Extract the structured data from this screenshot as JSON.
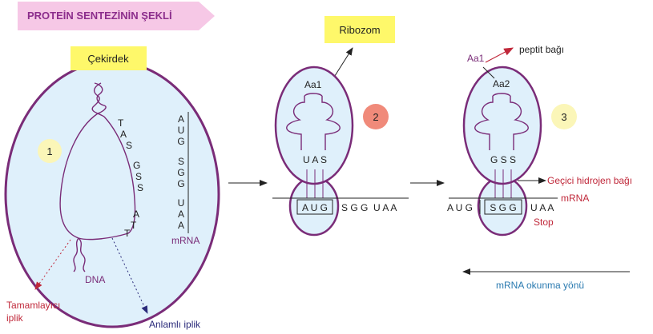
{
  "title_banner": "PROTEİN SENTEZİNİN ŞEKLİ",
  "nucleus": {
    "label": "Çekirdek",
    "step": "1",
    "dna_label": "DNA",
    "dna_bases": [
      "T",
      "A",
      "S",
      "G",
      "S",
      "S",
      "A",
      "T",
      "T"
    ],
    "mrna_bases": [
      "A",
      "U",
      "G",
      "S",
      "G",
      "G",
      "U",
      "A",
      "A"
    ],
    "mrna_label": "mRNA",
    "complementary_label_line1": "Tamamlayıcı",
    "complementary_label_line2": "iplik",
    "sense_label": "Anlamlı iplik"
  },
  "ribosome_1": {
    "label": "Ribozom",
    "step": "2",
    "amino_acid": "Aa1",
    "anticodon": "U A S",
    "mrna_codon_boxed": "A U G",
    "mrna_rest": "S G G  U A A"
  },
  "ribosome_2": {
    "step": "3",
    "aa1": "Aa1",
    "aa2": "Aa2",
    "peptide_label": "peptit bağı",
    "anticodon": "G S S",
    "mrna_left": "A U G",
    "mrna_codon_boxed": "S G G",
    "mrna_right": "U A A",
    "hydrogen_label": "Geçici hidrojen bağı",
    "mrna_label": "mRNA",
    "stop_label": "Stop"
  },
  "reading_direction_label": "mRNA okunma yönü",
  "colors": {
    "banner": "#f6c8e6",
    "banner_text": "#8c2d8c",
    "label_box": "#fef86a",
    "membrane": "#7a2c78",
    "cell_fill": "#dff0fb",
    "step2_circle": "#f08a7a",
    "step_circle_yellow": "#fbf6b8",
    "accent_red": "#c0283a",
    "dark_blue": "#2a2a7a",
    "reading_blue": "#2a7ab0"
  }
}
